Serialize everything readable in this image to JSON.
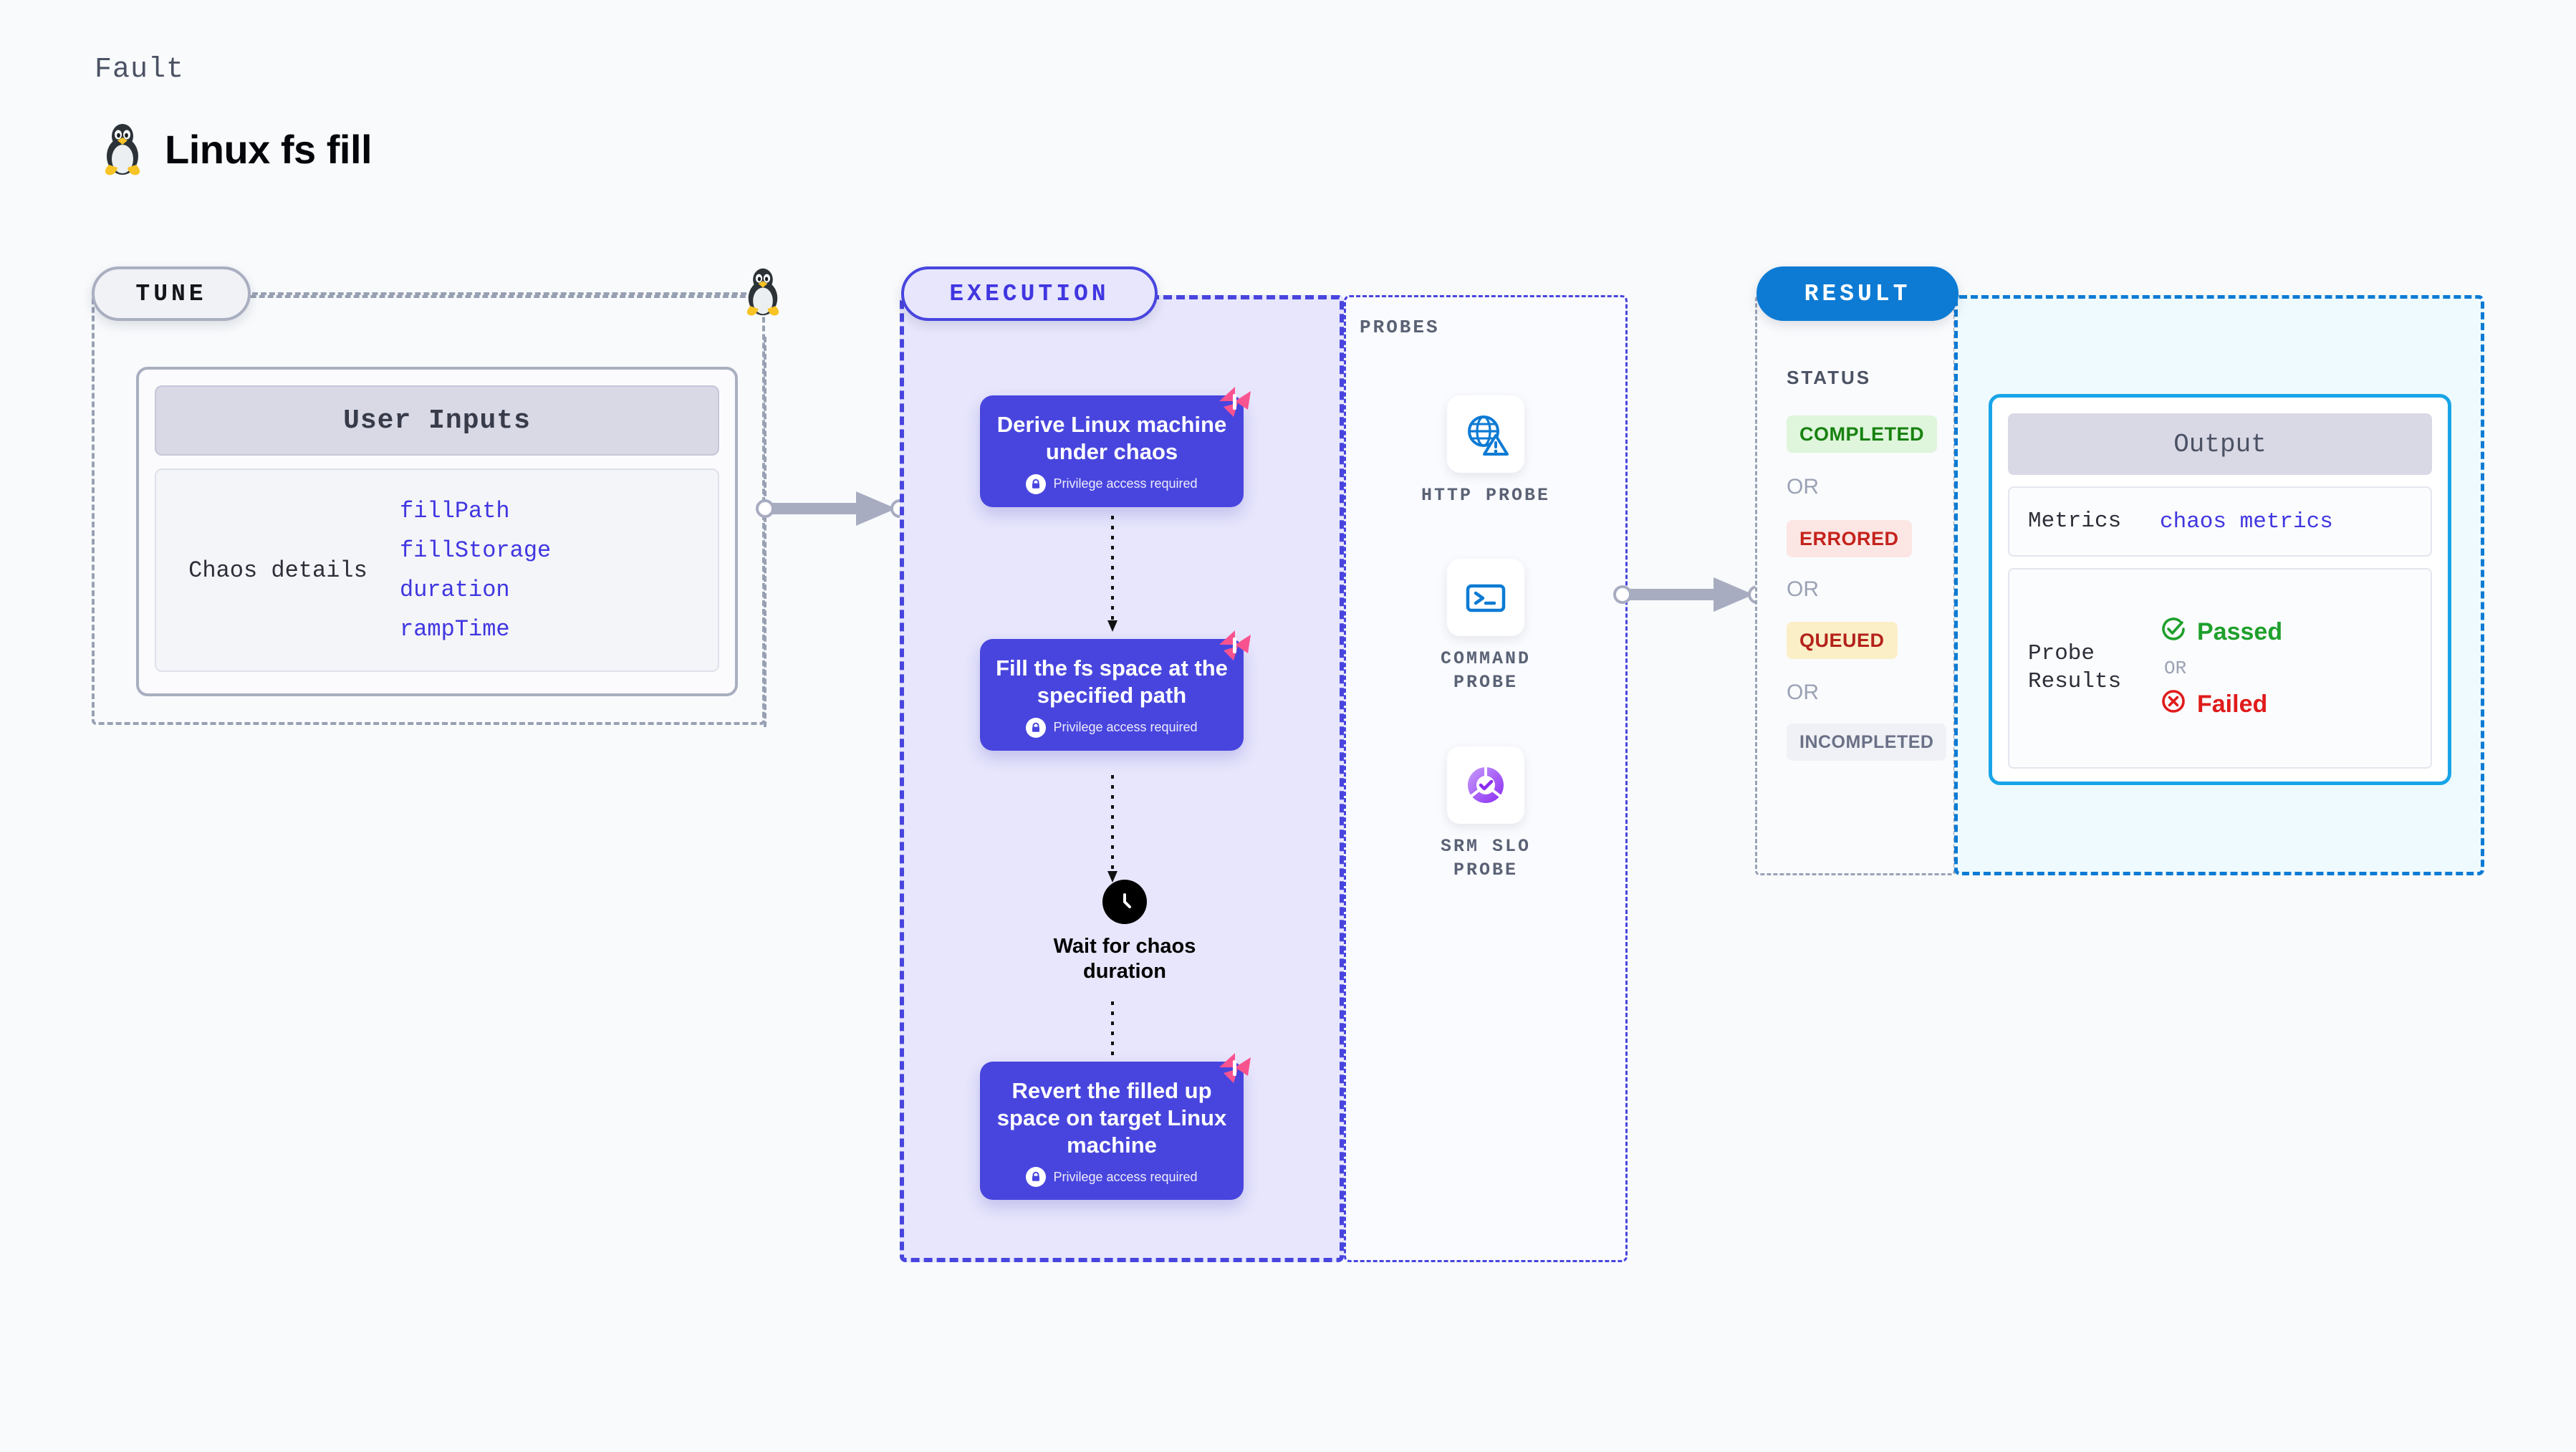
{
  "header": {
    "eyebrow": "Fault",
    "title": "Linux fs fill",
    "icon": "linux-tux-icon"
  },
  "tune": {
    "badge": "TUNE",
    "card_title": "User Inputs",
    "section_label": "Chaos details",
    "parameters": [
      "fillPath",
      "fillStorage",
      "duration",
      "rampTime"
    ]
  },
  "execution": {
    "badge": "EXECUTION",
    "privilege_note": "Privilege access required",
    "steps": [
      {
        "title": "Derive Linux machine under chaos",
        "privileged": true,
        "flag": true
      },
      {
        "title": "Fill the fs space at the specified path",
        "privileged": true,
        "flag": true
      },
      {
        "title": "Revert the filled up space on target Linux machine",
        "privileged": true,
        "flag": true
      }
    ],
    "wait_node": {
      "label": "Wait for chaos duration",
      "icon": "clock-icon"
    }
  },
  "probes": {
    "title": "PROBES",
    "items": [
      {
        "label": "HTTP PROBE",
        "icon": "globe-warning-icon"
      },
      {
        "label": "COMMAND PROBE",
        "icon": "terminal-icon"
      },
      {
        "label": "SRM SLO PROBE",
        "icon": "slo-donut-check-icon"
      }
    ]
  },
  "result": {
    "badge": "RESULT",
    "status_title": "STATUS",
    "or_label": "OR",
    "statuses": [
      {
        "label": "COMPLETED",
        "text_color": "#17820F",
        "bg_color": "#DFF5DC"
      },
      {
        "label": "ERRORED",
        "text_color": "#C4231C",
        "bg_color": "#FBE6E4"
      },
      {
        "label": "QUEUED",
        "text_color": "#B4221B",
        "bg_color": "#FBEFC8"
      },
      {
        "label": "INCOMPLETED",
        "text_color": "#6A7187",
        "bg_color": "#EFF1F6"
      }
    ],
    "output": {
      "title": "Output",
      "rows": [
        {
          "key": "Metrics",
          "value": "chaos metrics"
        },
        {
          "key": "Probe Results",
          "passed": "Passed",
          "failed": "Failed",
          "or": "OR"
        }
      ]
    }
  },
  "colors": {
    "accent_indigo": "#4845DE",
    "accent_blue": "#0D7BD4",
    "accent_cyan": "#19A4E8",
    "flag_pink": "#F9538F",
    "page_bg": "#F8FAFC"
  }
}
